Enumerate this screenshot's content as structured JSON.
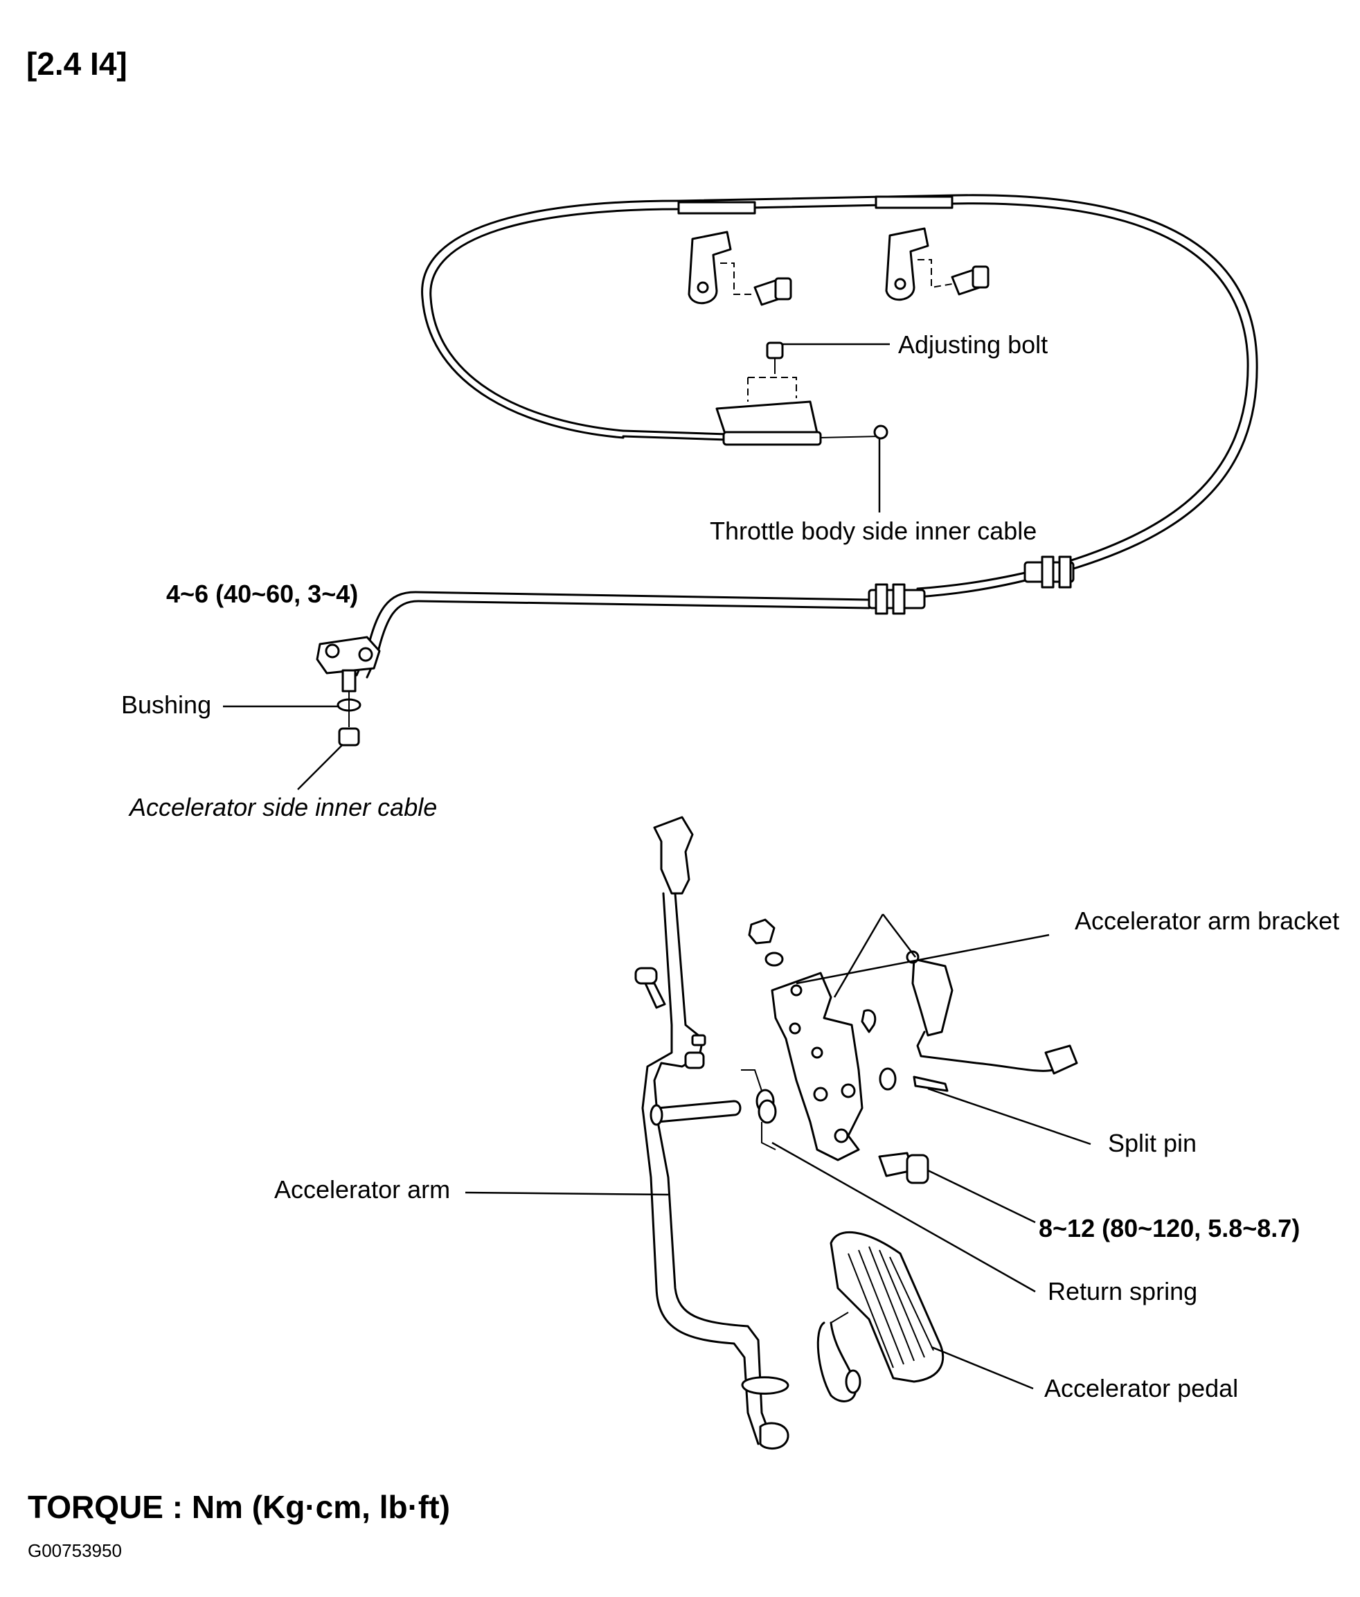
{
  "header": {
    "engine_label": "[2.4 I4]"
  },
  "labels": {
    "adjusting_bolt": "Adjusting bolt",
    "throttle_cable": "Throttle body side inner cable",
    "torque_upper": "4~6 (40~60, 3~4)",
    "bushing": "Bushing",
    "accel_inner_cable": "Accelerator side inner cable",
    "arm_bracket": "Accelerator arm bracket",
    "split_pin": "Split pin",
    "accel_arm": "Accelerator arm",
    "torque_lower": "8~12 (80~120, 5.8~8.7)",
    "return_spring": "Return spring",
    "accel_pedal": "Accelerator pedal"
  },
  "footer": {
    "torque_legend": "TORQUE : Nm (Kg·cm, lb·ft)",
    "figure_code": "G00753950"
  }
}
